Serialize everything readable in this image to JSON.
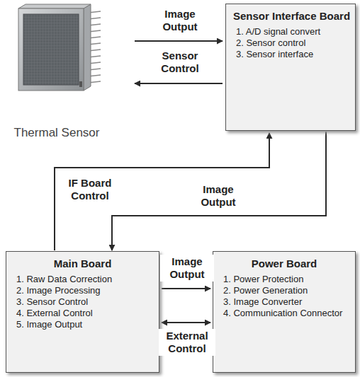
{
  "diagram": {
    "nodes": [
      {
        "text": [
          "Thermal Sensor"
        ]
      },
      {
        "text": [
          "Sensor Interface Board",
          "1. A/D signal convert",
          "2. Sensor control",
          "3. Sensor interface"
        ]
      },
      {
        "text": [
          "Main Board",
          "1. Raw Data Correction",
          "2. Image Processing",
          "3. Sensor Control",
          "4. External Control",
          "5. Image Output"
        ]
      },
      {
        "text": [
          "Power Board",
          "1. Power Protection",
          "2. Power Generation",
          "3. Image Converter",
          "4. Communication Connector"
        ]
      }
    ],
    "edges": [
      {
        "from": 0,
        "to": 1,
        "label": "Image Output",
        "arrow": "to"
      },
      {
        "from": 1,
        "to": 0,
        "label": "Sensor Control",
        "arrow": "to"
      },
      {
        "from": 2,
        "to": 1,
        "label": "IF Board Control",
        "arrow": "to"
      },
      {
        "from": 1,
        "to": 2,
        "label": "Image Output",
        "arrow": "to"
      },
      {
        "from": 2,
        "to": 3,
        "label": "Image Output",
        "arrow": "to"
      },
      {
        "from": 2,
        "to": 3,
        "label": "External Control",
        "arrow": "both"
      }
    ]
  }
}
